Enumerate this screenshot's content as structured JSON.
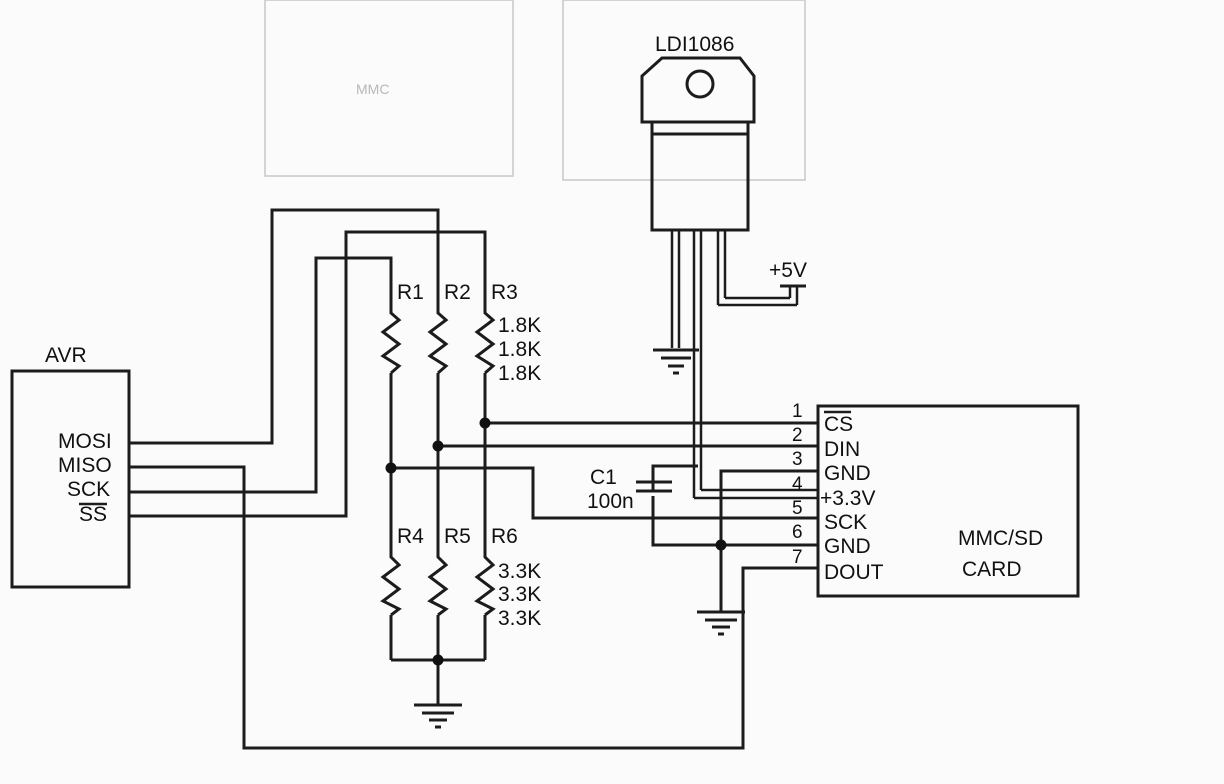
{
  "regulator": {
    "name": "LDI1086",
    "supply": "+5V"
  },
  "avr": {
    "name": "AVR",
    "pins": {
      "mosi": "MOSI",
      "miso": "MISO",
      "sck": "SCK",
      "ss": "SS"
    }
  },
  "resistors": {
    "r1": {
      "name": "R1",
      "value": "1.8K"
    },
    "r2": {
      "name": "R2",
      "value": "1.8K"
    },
    "r3": {
      "name": "R3",
      "value": "1.8K"
    },
    "r4": {
      "name": "R4",
      "value": "3.3K"
    },
    "r5": {
      "name": "R5",
      "value": "3.3K"
    },
    "r6": {
      "name": "R6",
      "value": "3.3K"
    }
  },
  "capacitor": {
    "name": "C1",
    "value": "100n"
  },
  "card": {
    "name_line1": "MMC/SD",
    "name_line2": "CARD",
    "pins": [
      {
        "num": "1",
        "name": "CS"
      },
      {
        "num": "2",
        "name": "DIN"
      },
      {
        "num": "3",
        "name": "GND"
      },
      {
        "num": "4",
        "name": "+3.3V"
      },
      {
        "num": "5",
        "name": "SCK"
      },
      {
        "num": "6",
        "name": "GND"
      },
      {
        "num": "7",
        "name": "DOUT"
      }
    ]
  },
  "faint_background": {
    "mmc_label": "MMC"
  }
}
